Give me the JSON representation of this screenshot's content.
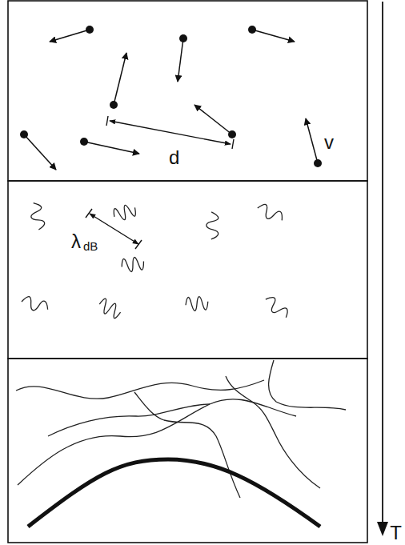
{
  "diagram": {
    "labels": [
      "d",
      "v",
      "λ",
      "dB",
      "T"
    ]
  }
}
